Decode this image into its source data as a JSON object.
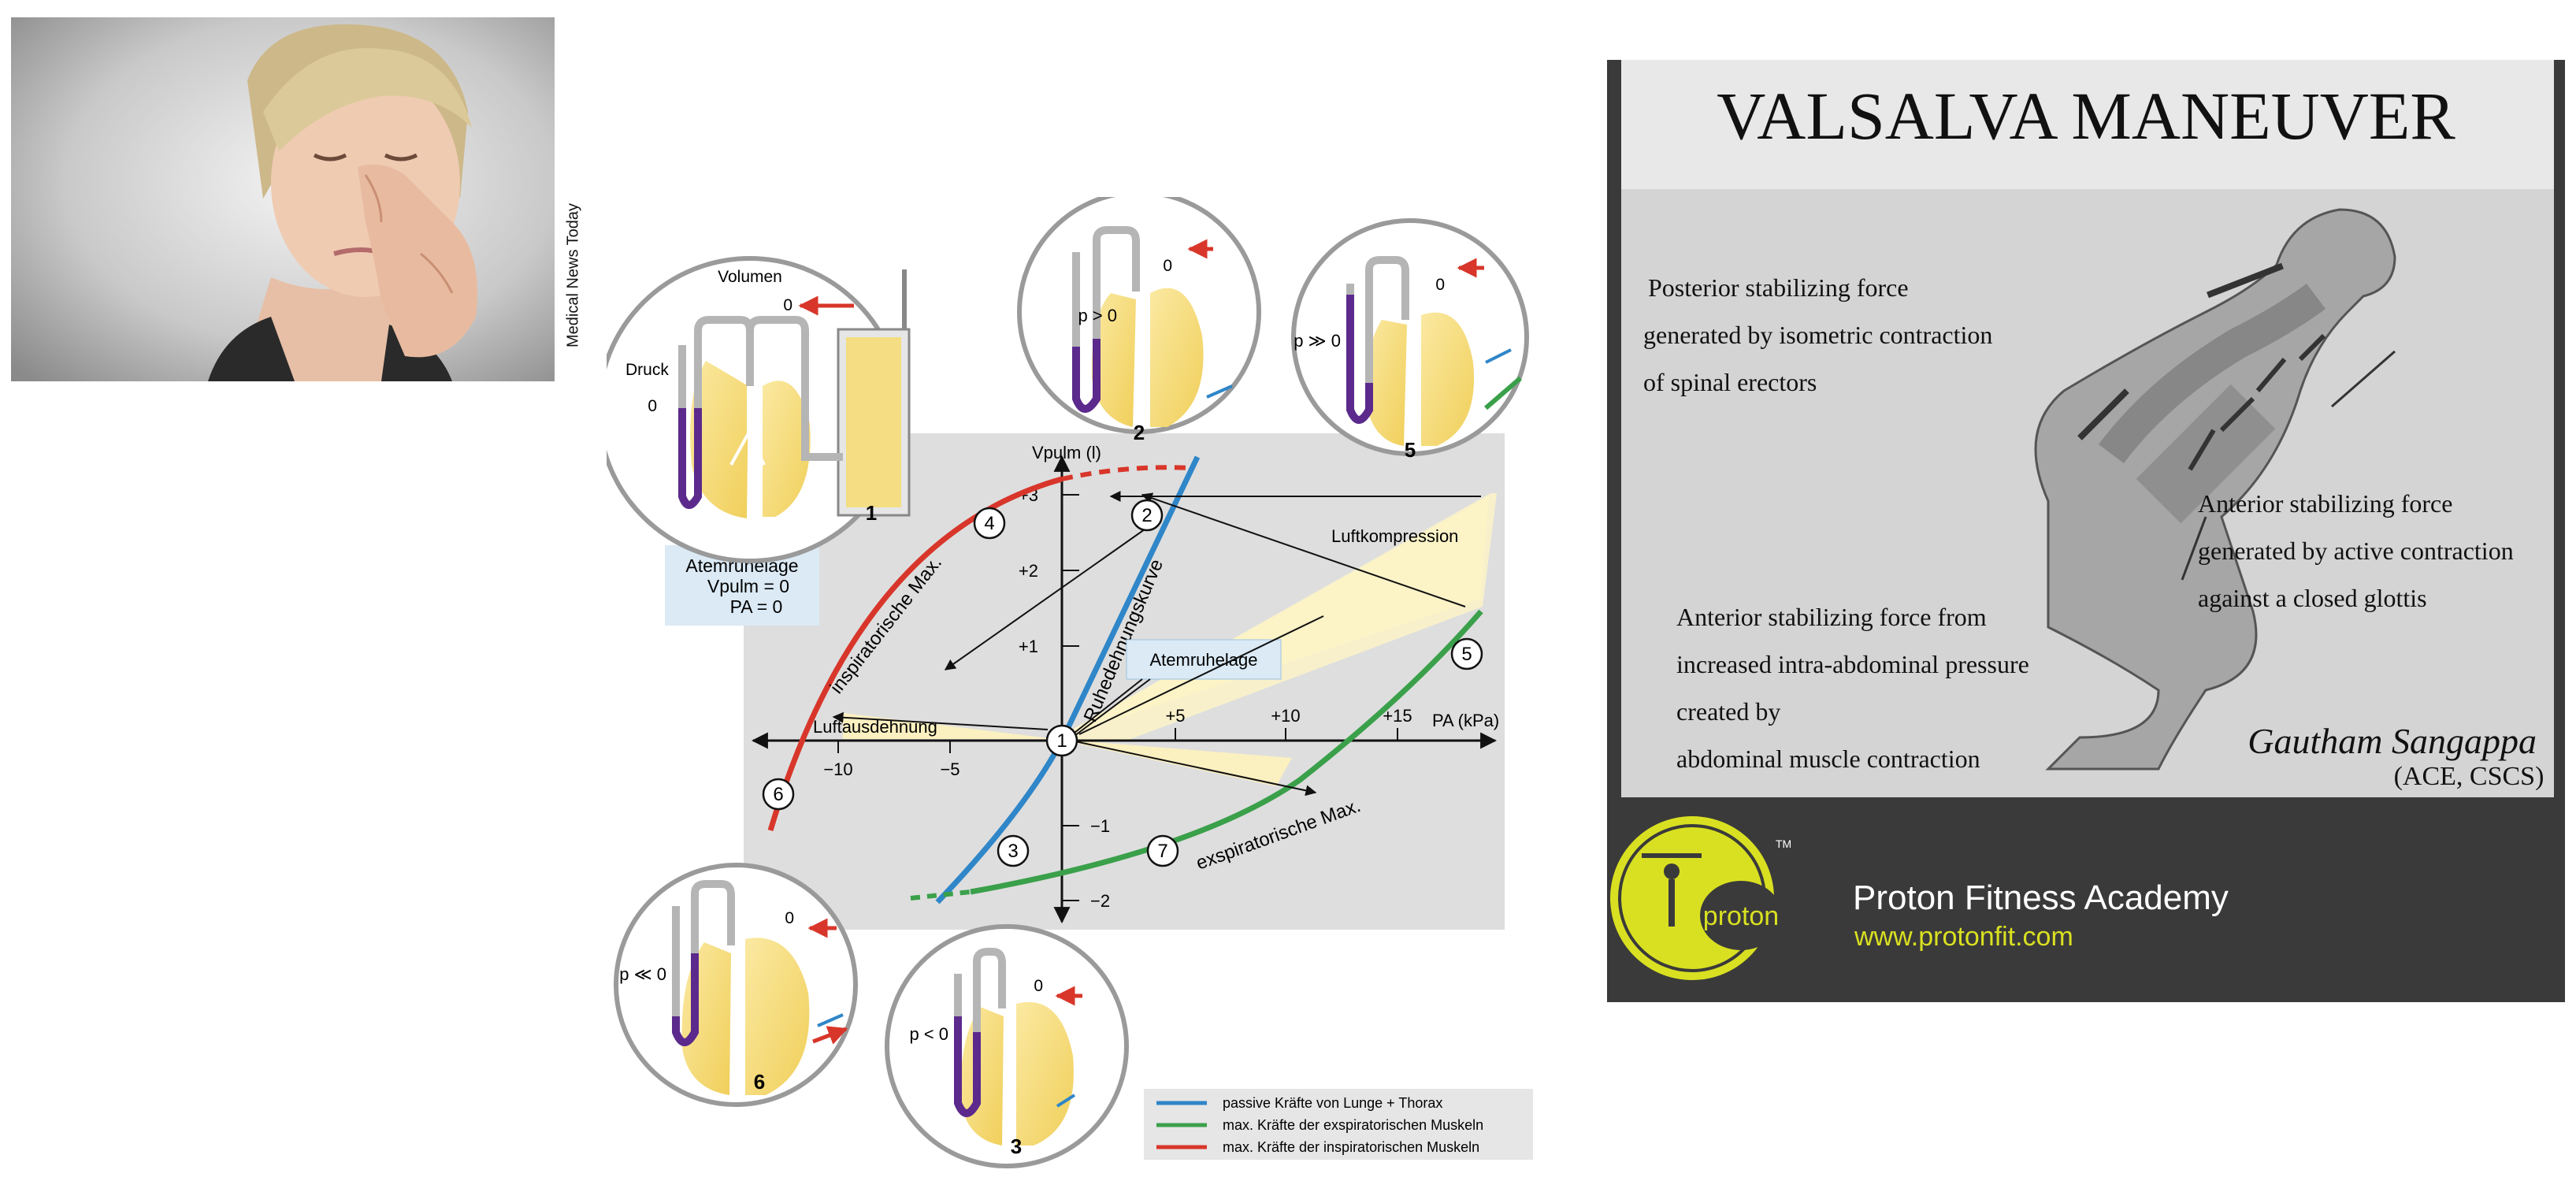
{
  "photo_credit": "Medical News Today",
  "diagram": {
    "circles": {
      "c1_label": "1",
      "c1_volume": "Volumen",
      "c1_pressure": "Druck",
      "c1_zero_volume": "0",
      "c1_zero_pressure": "0",
      "c2_label": "2",
      "c2_pressure": "p > 0",
      "c2_zero": "0",
      "c3_label": "3",
      "c3_pressure": "p < 0",
      "c3_zero": "0",
      "c5_label": "5",
      "c5_pressure": "p ≫ 0",
      "c5_zero": "0",
      "c6_label": "6",
      "c6_pressure": "p ≪ 0",
      "c6_zero": "0"
    },
    "rest_box": {
      "title": "Atemruhelage",
      "line1": "Vpulm = 0",
      "line2": "PA = 0"
    },
    "axes": {
      "y_label": "Vpulm (l)",
      "x_label": "PA (kPa)",
      "y_ticks": [
        "+3",
        "+2",
        "+1",
        "−1",
        "−2"
      ],
      "x_ticks": [
        "−10",
        "−5",
        "+5",
        "+10",
        "+15"
      ]
    },
    "curves": {
      "passive": "Ruhedehnungskurve",
      "insp_max": "inspiratorische Max.",
      "exsp_max": "exspiratorische Max."
    },
    "regions": {
      "compression": "Luftkompression",
      "expansion": "Luftausdehnung",
      "rest_callout": "Atemruhelage"
    },
    "points": [
      "1",
      "2",
      "3",
      "4",
      "5",
      "6",
      "7"
    ],
    "legend": [
      {
        "color": "#2f86c8",
        "label": "passive Kräfte von Lunge + Thorax"
      },
      {
        "color": "#3aa04a",
        "label": "max. Kräfte der exspiratorischen Muskeln"
      },
      {
        "color": "#d8362a",
        "label": "max. Kräfte der inspiratorischen Muskeln"
      }
    ],
    "colors": {
      "blue": "#2f86c8",
      "green": "#3aa04a",
      "red": "#d8362a",
      "purple": "#5b2a8c",
      "lung": "#f5dc78"
    }
  },
  "valsalva": {
    "title": "VALSALVA MANEUVER",
    "posterior": [
      "Posterior stabilizing force",
      "generated by isometric contraction",
      "of spinal erectors"
    ],
    "anterior_active": [
      "Anterior stabilizing force",
      "generated by active contraction",
      "against a closed glottis"
    ],
    "anterior_abdominal": [
      "Anterior stabilizing force from",
      "increased intra-abdominal pressure",
      "created by",
      "abdominal muscle contraction"
    ],
    "author": "Gautham Sangappa",
    "credentials": "(ACE, CSCS)",
    "brand_logo": "proton",
    "brand_name": "Proton Fitness Academy",
    "brand_url": "www.protonfit.com",
    "tm": "TM",
    "colors": {
      "footer": "#3a3a3a",
      "brand_green": "#d9e021",
      "background": "#d4d4d4"
    }
  }
}
